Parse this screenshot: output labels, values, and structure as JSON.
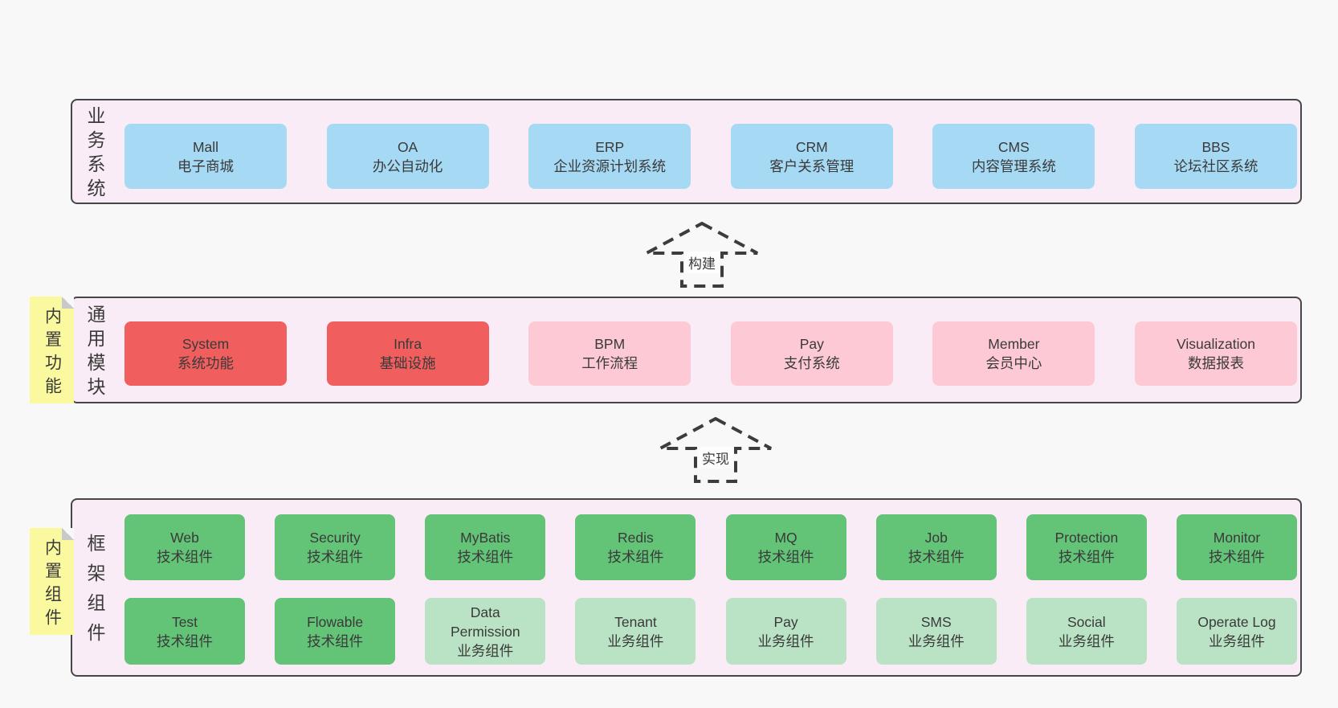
{
  "arrows": {
    "build": "构建",
    "implement": "实现"
  },
  "panels": {
    "business": {
      "side_label": "业务系统",
      "boxes": [
        {
          "en": "Mall",
          "zh": "电子商城"
        },
        {
          "en": "OA",
          "zh": "办公自动化"
        },
        {
          "en": "ERP",
          "zh": "企业资源计划系统"
        },
        {
          "en": "CRM",
          "zh": "客户关系管理"
        },
        {
          "en": "CMS",
          "zh": "内容管理系统"
        },
        {
          "en": "BBS",
          "zh": "论坛社区系统"
        }
      ]
    },
    "modules": {
      "side_label": "通用模块",
      "sticky_tag": "内置功能",
      "boxes": [
        {
          "en": "System",
          "zh": "系统功能"
        },
        {
          "en": "Infra",
          "zh": "基础设施"
        },
        {
          "en": "BPM",
          "zh": "工作流程"
        },
        {
          "en": "Pay",
          "zh": "支付系统"
        },
        {
          "en": "Member",
          "zh": "会员中心"
        },
        {
          "en": "Visualization",
          "zh": "数据报表"
        }
      ]
    },
    "framework": {
      "side_label": "框架组件",
      "sticky_tag": "内置组件",
      "row1": [
        {
          "en": "Web",
          "zh": "技术组件"
        },
        {
          "en": "Security",
          "zh": "技术组件"
        },
        {
          "en": "MyBatis",
          "zh": "技术组件"
        },
        {
          "en": "Redis",
          "zh": "技术组件"
        },
        {
          "en": "MQ",
          "zh": "技术组件"
        },
        {
          "en": "Job",
          "zh": "技术组件"
        },
        {
          "en": "Protection",
          "zh": "技术组件"
        },
        {
          "en": "Monitor",
          "zh": "技术组件"
        }
      ],
      "row2": [
        {
          "en": "Test",
          "zh": "技术组件"
        },
        {
          "en": "Flowable",
          "zh": "技术组件"
        },
        {
          "en": "Data Permission",
          "zh": "业务组件"
        },
        {
          "en": "Tenant",
          "zh": "业务组件"
        },
        {
          "en": "Pay",
          "zh": "业务组件"
        },
        {
          "en": "SMS",
          "zh": "业务组件"
        },
        {
          "en": "Social",
          "zh": "业务组件"
        },
        {
          "en": "Operate Log",
          "zh": "业务组件"
        }
      ]
    }
  },
  "colors": {
    "page_bg": "#f8f8f8",
    "panel_bg": "#f9ecf6",
    "panel_border": "#474747",
    "box_blue": "#a6d9f3",
    "box_red": "#f05e5e",
    "box_pink": "#fcc9d4",
    "box_green_dark": "#63c377",
    "box_green_light": "#b9e3c4",
    "sticky_yellow": "#fbf9a0",
    "fold_gray": "#c9c9c9",
    "text": "#3a3a3a",
    "arrow": "#3c3c3c"
  }
}
